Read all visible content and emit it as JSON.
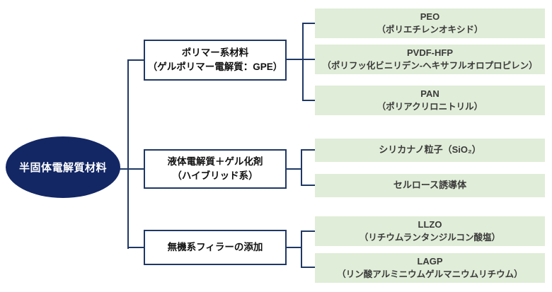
{
  "diagram": {
    "title_hint": "半固体電解質材料の分類図",
    "root": {
      "label": "半固体電解質材料"
    },
    "branches": [
      {
        "label_line1": "ポリマー系材料",
        "label_line2": "（ゲルポリマー電解質：GPE）",
        "children": [
          {
            "name": "PEO",
            "desc": "（ポリエチレンオキシド）"
          },
          {
            "name": "PVDF-HFP",
            "desc": "（ポリフッ化ビニリデン-ヘキサフルオロプロピレン）"
          },
          {
            "name": "PAN",
            "desc": "（ポリアクリロニトリル）"
          }
        ]
      },
      {
        "label_line1": "液体電解質＋ゲル化剤",
        "label_line2": "（ハイブリッド系）",
        "children": [
          {
            "name": "シリカナノ粒子（SiO₂）",
            "desc": ""
          },
          {
            "name": "セルロース誘導体",
            "desc": ""
          }
        ]
      },
      {
        "label_line1": "無機系フィラーの添加",
        "label_line2": "",
        "children": [
          {
            "name": "LLZO",
            "desc": "（リチウムランタンジルコン酸塩）"
          },
          {
            "name": "LAGP",
            "desc": "（リン酸アルミニウムゲルマニウムリチウム）"
          }
        ]
      }
    ],
    "colors": {
      "navy_line": "#1F3864",
      "root_fill": "#132765",
      "leaf_fill": "#E0EDD8",
      "root_text": "#FFFFFF",
      "leaf_text": "#3A3A3A"
    }
  }
}
